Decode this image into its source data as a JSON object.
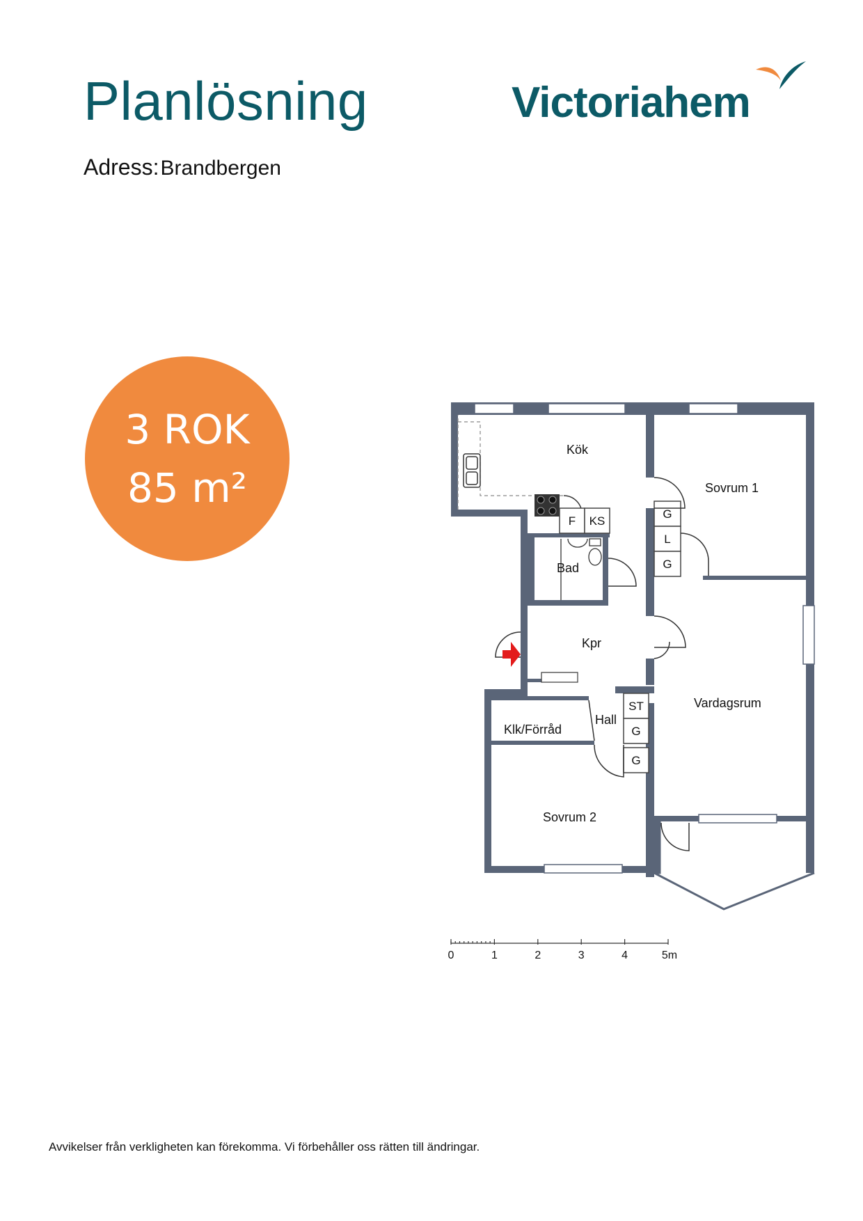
{
  "header": {
    "title": "Planlösning",
    "address_label": "Adress:",
    "address_value": "Brandbergen"
  },
  "logo": {
    "text": "Victoriahem",
    "colors": {
      "text": "#0c5a66",
      "accent": "#f08a3e"
    }
  },
  "badge": {
    "rooms": "3 ROK",
    "area": "85 m²",
    "color": "#f08a3e"
  },
  "floorplan": {
    "wall_color": "#5a6578",
    "rooms": {
      "kok": "Kök",
      "sovrum1": "Sovrum 1",
      "bad": "Bad",
      "kpr": "Kpr",
      "vardagsrum": "Vardagsrum",
      "hall": "Hall",
      "klk": "Klk/Förråd",
      "sovrum2": "Sovrum 2"
    },
    "closets": {
      "f": "F",
      "ks": "KS",
      "g1": "G",
      "l": "L",
      "g2": "G",
      "st": "ST",
      "g3": "G",
      "g4": "G"
    },
    "scale": {
      "ticks": [
        "0",
        "1",
        "2",
        "3",
        "4",
        "5m"
      ]
    }
  },
  "footer": {
    "disclaimer": "Avvikelser från verkligheten kan förekomma. Vi förbehåller oss rätten till ändringar."
  }
}
